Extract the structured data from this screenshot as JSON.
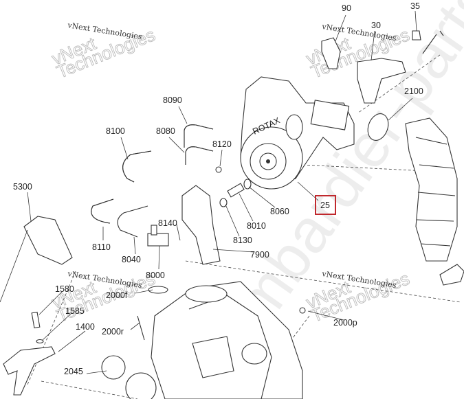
{
  "watermark": {
    "small": "vNext Technologies",
    "large_top": "vNext",
    "large_bottom": "Technologies",
    "diagonal": "bombardier-parts"
  },
  "highlight_color": "#c0282d",
  "callouts": {
    "p90": "90",
    "p30": "30",
    "p35": "35",
    "p8090": "8090",
    "p2100": "2100",
    "p8100": "8100",
    "p8080": "8080",
    "p8120": "8120",
    "p5300": "5300",
    "p25": "25",
    "p8060": "8060",
    "p8010": "8010",
    "p8130": "8130",
    "p8140": "8140",
    "p8110": "8110",
    "p8040": "8040",
    "p7900": "7900",
    "p8000": "8000",
    "p1580": "1580",
    "p1585": "1585",
    "p2000f": "2000f",
    "p1400": "1400",
    "p2000r": "2000r",
    "p2000p": "2000p",
    "p2045": "2045"
  },
  "turbo_brand": "ROTAX"
}
